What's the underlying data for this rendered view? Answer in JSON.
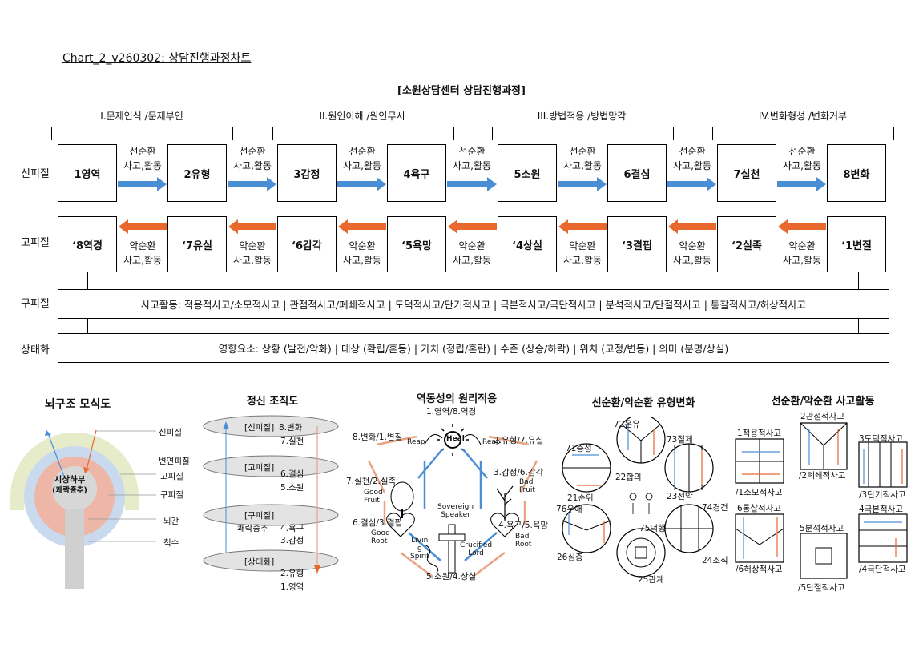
{
  "doc_title": "Chart_2_v260302: 상담진행과정차트",
  "main_title": "[소원상담센터 상담진행과정]",
  "phases": [
    "I.문제인식 /문제부인",
    "II.원인이해 /원인무시",
    "III.방법적용 /방법망각",
    "IV.변화형성 /변화거부"
  ],
  "row_labels": {
    "sinpi": "신피질",
    "gopi": "고피질",
    "gupi": "구피질",
    "state": "상태화"
  },
  "top_boxes": [
    "1영역",
    "2유형",
    "3감정",
    "4욕구",
    "5소원",
    "6결심",
    "7실천",
    "8변화"
  ],
  "bottom_boxes": [
    "‘8역경",
    "‘7유실",
    "‘6감각",
    "‘5욕망",
    "‘4상실",
    "‘3결핍",
    "‘2실족",
    "‘1변질"
  ],
  "good_arrow_label": {
    "line1": "선순환",
    "line2": "사고,활동"
  },
  "bad_arrow_label": {
    "line1": "악순환",
    "line2": "사고,활동"
  },
  "gupi_text": "사고활동: 적용적사고/소모적사고 | 관점적사고/폐쇄적사고 | 도덕적사고/단기적사고 | 극본적사고/극단적사고 | 분석적사고/단절적사고 | 통찰적사고/허상적사고",
  "state_text": "영향요소: 상황 (발전/악화) | 대상 (확립/혼동) | 가치 (정립/혼란) | 수준 (상승/하락) | 위치 (고정/변동) | 의미 (분명/상실)",
  "brain": {
    "title": "뇌구조 모식도",
    "center": {
      "line1": "시상하부",
      "line2": "(쾌락중추)"
    },
    "labels": [
      "신피질",
      "변연피질",
      "고피질",
      "구피질",
      "뇌간",
      "척수"
    ]
  },
  "mental": {
    "title": "정신 조직도",
    "ellipses": [
      "[신피질]",
      "[고피질]",
      "[구피질]",
      "[상태화]"
    ],
    "items": [
      "8.변화",
      "7.실천",
      "6.결심",
      "5.소원",
      "쾌락중추",
      "4.욕구",
      "3.감정",
      "2.유형",
      "1.영역"
    ]
  },
  "dynamics": {
    "title": "역동성의 원리적용",
    "top": "1.영역/8.역경",
    "left1": "8.변화/1.변질",
    "right1": "2.유형/7.유실",
    "left2": "7.실천/2.실족",
    "right2": "3.감정/6.감각",
    "left3": "6.결심/3.결핍",
    "right3": "4.욕구/5.욕망",
    "bottom": "5.소원/4.상실",
    "reap_left": "Reap",
    "reap_right": "Reap",
    "sun": "Heal",
    "good_fruit": "Good\nFruit",
    "good_root": "Good\nRoot",
    "bad_fruit": "Bad\nFruit",
    "bad_root": "Bad\nRoot",
    "sovereign": "Sovereign\nSpeaker",
    "crucified": "Crucified\nLord",
    "spirit": "Livin\ng\nSpirit"
  },
  "type_change": {
    "title": "선순환/악순환 유형변화",
    "labels": [
      "72온유",
      "71충성",
      "73절제",
      "22합의",
      "21순위",
      "23선악",
      "76우애",
      "74경건",
      "75덕행",
      "26심층",
      "24조직",
      "25관계"
    ]
  },
  "activity": {
    "title": "선순환/악순환 사고활동",
    "labels": [
      "1적용적사고",
      "/1소모적사고",
      "2관점적사고",
      "/2폐쇄적사고",
      "3도덕적사고",
      "/3단기적사고",
      "6통찰적사고",
      "/6허상적사고",
      "5분석적사고",
      "/5단절적사고",
      "4극본적사고",
      "/4극단적사고"
    ]
  },
  "colors": {
    "good": "#4a8fd6",
    "bad": "#e8682e",
    "salmon": "#e8a383"
  }
}
